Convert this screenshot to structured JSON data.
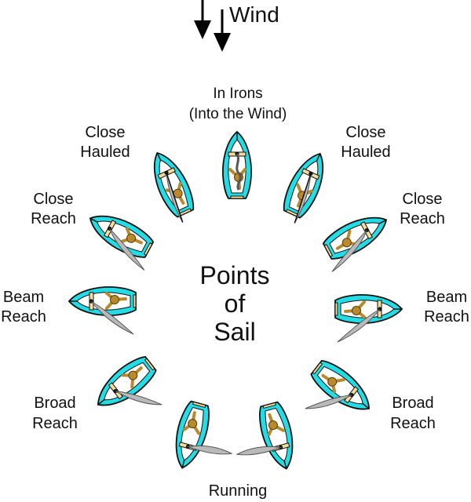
{
  "wind": {
    "label": "Wind"
  },
  "title": {
    "line1": "Points",
    "line2": "of",
    "line3": "Sail"
  },
  "labels": {
    "in_irons": {
      "line1": "In Irons",
      "line2": "(Into the Wind)"
    },
    "close_hauled_left": {
      "line1": "Close",
      "line2": "Hauled"
    },
    "close_hauled_right": {
      "line1": "Close",
      "line2": "Hauled"
    },
    "close_reach_left": {
      "line1": "Close",
      "line2": "Reach"
    },
    "close_reach_right": {
      "line1": "Close",
      "line2": "Reach"
    },
    "beam_reach_left": {
      "line1": "Beam",
      "line2": "Reach"
    },
    "beam_reach_right": {
      "line1": "Beam",
      "line2": "Reach"
    },
    "broad_reach_left": {
      "line1": "Broad",
      "line2": "Reach"
    },
    "broad_reach_right": {
      "line1": "Broad",
      "line2": "Reach"
    },
    "running": {
      "line1": "Running"
    }
  },
  "colors": {
    "hull": "#22dde6",
    "hull_outline": "#111111",
    "deck": "#ffffff",
    "sail": "#b9b9b9",
    "sail_outline": "#555555",
    "crew": "#b88a2c",
    "thwart": "#f2dc9c"
  }
}
